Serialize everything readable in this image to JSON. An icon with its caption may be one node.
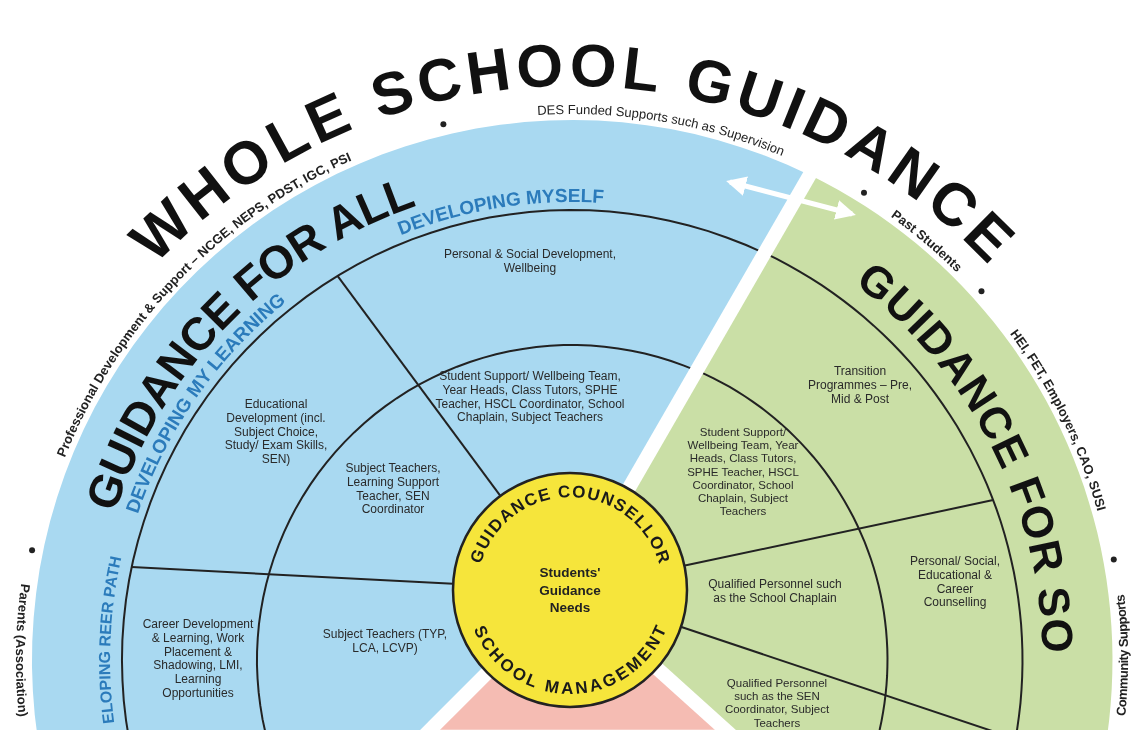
{
  "diagram": {
    "title": "WHOLE SCHOOL GUIDANCE",
    "nodes": [
      {
        "text": [
          "GUIDANCE FOR ALL"
        ]
      },
      {
        "text": [
          "Personal & Social Development, Wellbeing"
        ],
        "in": 0
      },
      {
        "text": [
          "Student Support/ Wellbeing Team, Year Heads, Class Tutors, SPHE Teacher, HSCL Coordinator, School Chaplain, Subject Teachers"
        ],
        "in": 0
      },
      {
        "text": [
          "Educational Development (incl. Subject Choice, Study/ Exam Skills, SEN)"
        ],
        "in": 0
      },
      {
        "text": [
          "Subject Teachers, Learning Support Teacher, SEN Coordinator"
        ],
        "in": 0
      },
      {
        "text": [
          "Career Development & Learning, Work Placement & Shadowing, LMI, Learning Opportunities"
        ],
        "in": 0
      },
      {
        "text": [
          "Subject Teachers (TYP, LCA, LCVP)"
        ],
        "in": 0
      },
      {
        "text": [
          "GUIDANCE FOR SO"
        ]
      },
      {
        "text": [
          "Transition Programmes – Pre, Mid & Post"
        ],
        "in": 7
      },
      {
        "text": [
          "Student Support/ Wellbeing Team, Year Heads, Class Tutors, SPHE Teacher, HSCL Coordinator, School Chaplain, Subject Teachers"
        ],
        "in": 7
      },
      {
        "text": [
          "Personal/ Social, Educational & Career Counselling"
        ],
        "in": 7
      },
      {
        "text": [
          "Qualified Personnel such as the School Chaplain"
        ],
        "in": 7
      },
      {
        "text": [
          "Qualified Personnel such as the SEN Coordinator, Subject Teachers"
        ],
        "in": 7
      },
      {
        "text": [],
        "shape": "wedge"
      },
      {
        "text": [
          "GUIDANCE COUNSELLOR",
          "Students' Guidance Needs",
          "SCHOOL MANAGEMENT"
        ]
      }
    ],
    "edges": [
      {
        "from": 0,
        "to": 7,
        "arrow": "both"
      }
    ],
    "labels": [
      "Parents (Association)",
      "Professional Development & Support – NCGE, NEPS, PDST, IGC, PSI",
      "DES Funded Supports such as Supervision",
      "Past Students",
      "HEI, FET, Employers, CAO, SUSI",
      "Community Supports",
      "DEVELOPING MYSELF",
      "DEVELOPING MY LEARNING",
      "ELOPING REER PATH"
    ]
  }
}
